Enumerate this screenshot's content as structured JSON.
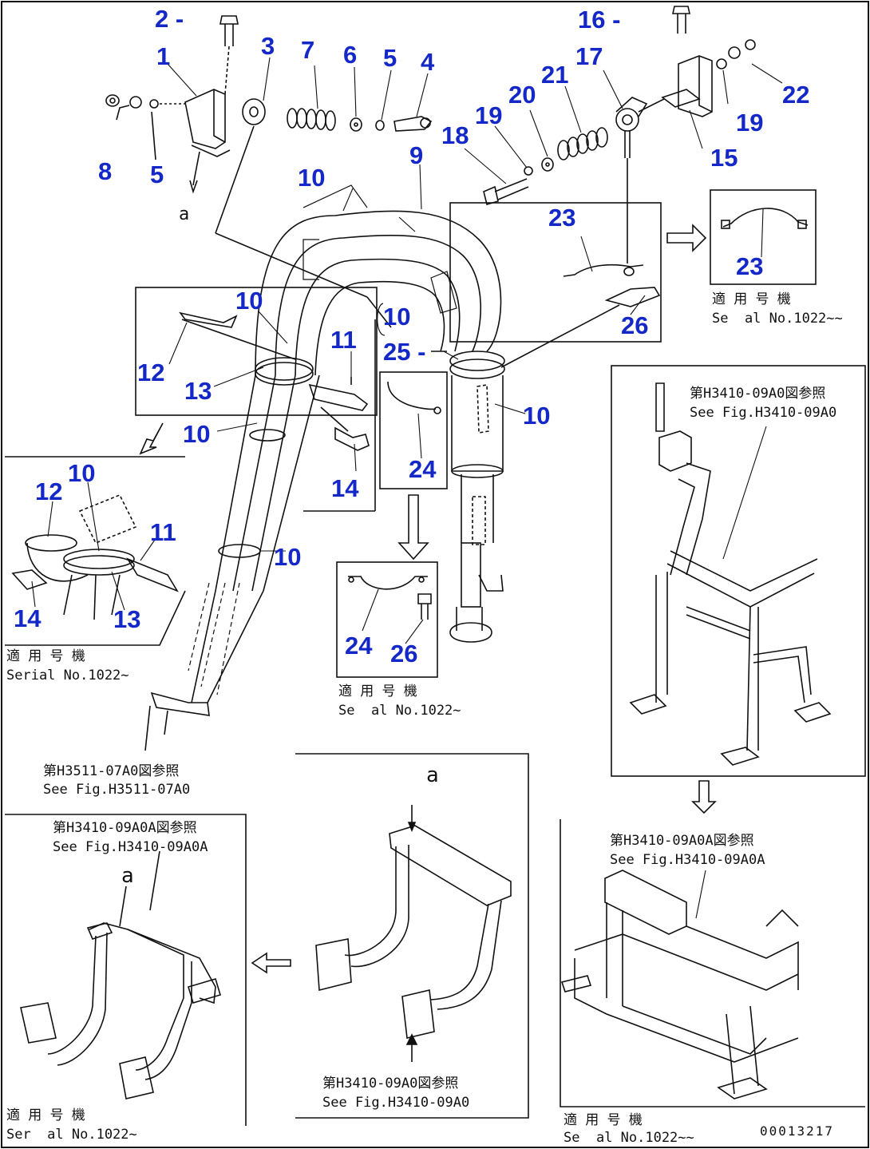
{
  "callouts": {
    "c1": "1",
    "c2": "2 -",
    "c3": "3",
    "c4": "4",
    "c5a": "5",
    "c5b": "5",
    "c6": "6",
    "c7": "7",
    "c8": "8",
    "c9": "9",
    "c10a": "10",
    "c10b": "10",
    "c10c": "10",
    "c10d": "10",
    "c10e": "10",
    "c10f": "10",
    "c10g": "10",
    "c11a": "11",
    "c11b": "11",
    "c12a": "12",
    "c12b": "12",
    "c13a": "13",
    "c13b": "13",
    "c14a": "14",
    "c14b": "14",
    "c15": "15",
    "c16": "16 -",
    "c17": "17",
    "c18": "18",
    "c19a": "19",
    "c19b": "19",
    "c20": "20",
    "c21": "21",
    "c22": "22",
    "c23a": "23",
    "c23b": "23",
    "c24a": "24",
    "c24b": "24",
    "c25": "25 -",
    "c26a": "26",
    "c26b": "26"
  },
  "notes": {
    "serial_a_jp": "適 用 号 機",
    "serial_a_en": "Se  al No.1022~~",
    "serial_b_jp": "適 用 号 機",
    "serial_b_en": "Serial No.1022~",
    "serial_c_jp": "適 用 号 機",
    "serial_c_en": "Se  al No.1022~",
    "serial_d_jp": "適 用 号 機",
    "serial_d_en": "Ser  al No.1022~",
    "serial_e_jp": "適 用 号 機",
    "serial_e_en": "Se  al No.1022~~",
    "ref_top_right_jp": "第H3410-09A0図参照",
    "ref_top_right_en": "See Fig.H3410-09A0",
    "ref_mid_left_jp": "第H3511-07A0図参照",
    "ref_mid_left_en": "See Fig.H3511-07A0",
    "ref_bottom_left_jp": "第H3410-09A0A図参照",
    "ref_bottom_left_en": "See Fig.H3410-09A0A",
    "ref_bottom_mid_jp": "第H3410-09A0図参照",
    "ref_bottom_mid_en": "See Fig.H3410-09A0",
    "ref_bottom_right_jp": "第H3410-09A0A図参照",
    "ref_bottom_right_en": "See Fig.H3410-09A0A",
    "drawing_number": "00013217"
  },
  "markers": {
    "a1": "a",
    "a2": "a",
    "a3": "a"
  }
}
